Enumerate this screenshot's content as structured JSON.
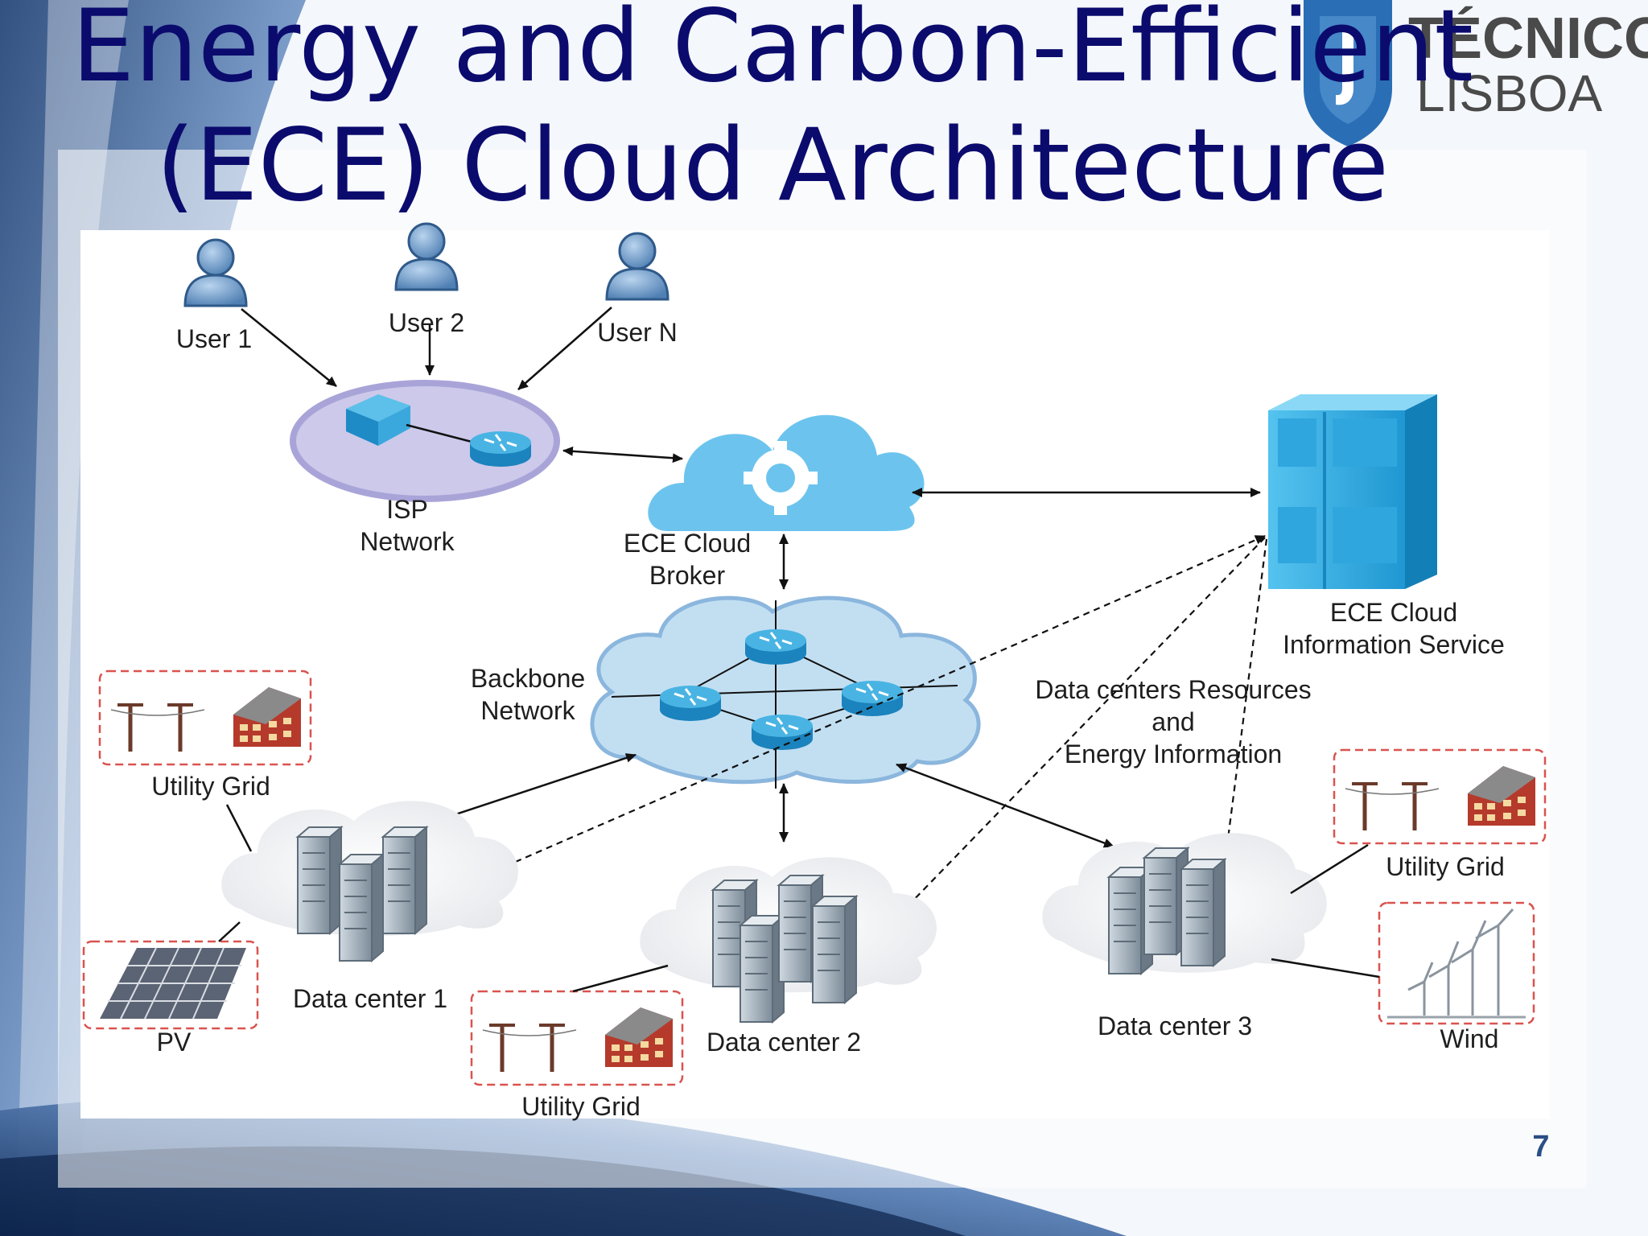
{
  "slide": {
    "title_line1": "Energy and Carbon-Efficient",
    "title_line2": "(ECE) Cloud Architecture",
    "page_number": "7"
  },
  "logo": {
    "name": "TÉCNICO",
    "sub": "LISBOA",
    "brand_color": "#2a6fb5"
  },
  "diagram": {
    "users": [
      "User 1",
      "User 2",
      "User N"
    ],
    "isp": {
      "line1": "ISP",
      "line2": "Network"
    },
    "broker": {
      "line1": "ECE Cloud",
      "line2": "Broker"
    },
    "info_service": {
      "line1": "ECE Cloud",
      "line2": "Information Service"
    },
    "backbone": {
      "line1": "Backbone",
      "line2": "Network"
    },
    "dc_info": {
      "line1": "Data centers Resources",
      "line2": "and",
      "line3": "Energy Information"
    },
    "datacenters": [
      "Data center 1",
      "Data center 2",
      "Data center 3"
    ],
    "energy_sources": {
      "utility_grid_1": "Utility Grid",
      "pv": "PV",
      "utility_grid_2": "Utility Grid",
      "utility_grid_3": "Utility Grid",
      "wind": "Wind"
    }
  },
  "colors": {
    "title": "#0b0b6e",
    "page_number": "#2b4f86",
    "accent_blue": "#3aa8dc",
    "dashed_box": "#d9534f"
  }
}
